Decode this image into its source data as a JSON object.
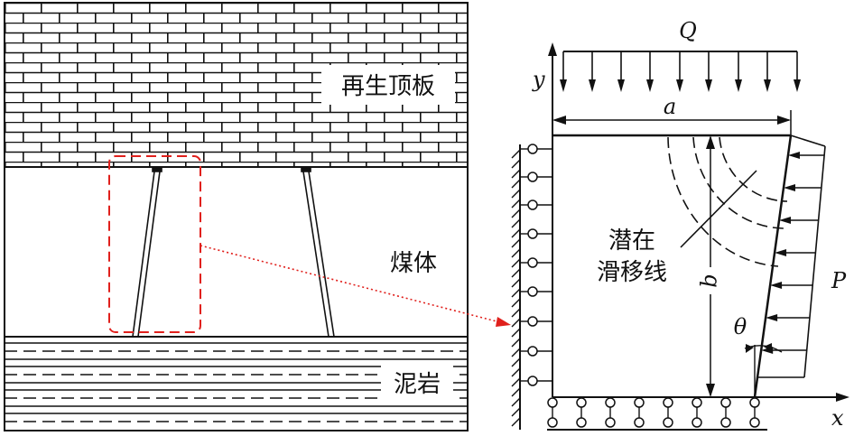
{
  "left_panel": {
    "roof_label": "再生顶板",
    "coal_label": "煤体",
    "floor_label": "泥岩"
  },
  "right_panel": {
    "load_label": "Q",
    "width_label": "a",
    "height_label": "b",
    "pressure_label": "P",
    "angle_label": "θ",
    "axis_x_label": "x",
    "axis_y_label": "y",
    "slip_label_line1": "潜在",
    "slip_label_line2": "滑移线"
  },
  "colors": {
    "line": "#111111",
    "highlight": "#e0201c"
  }
}
